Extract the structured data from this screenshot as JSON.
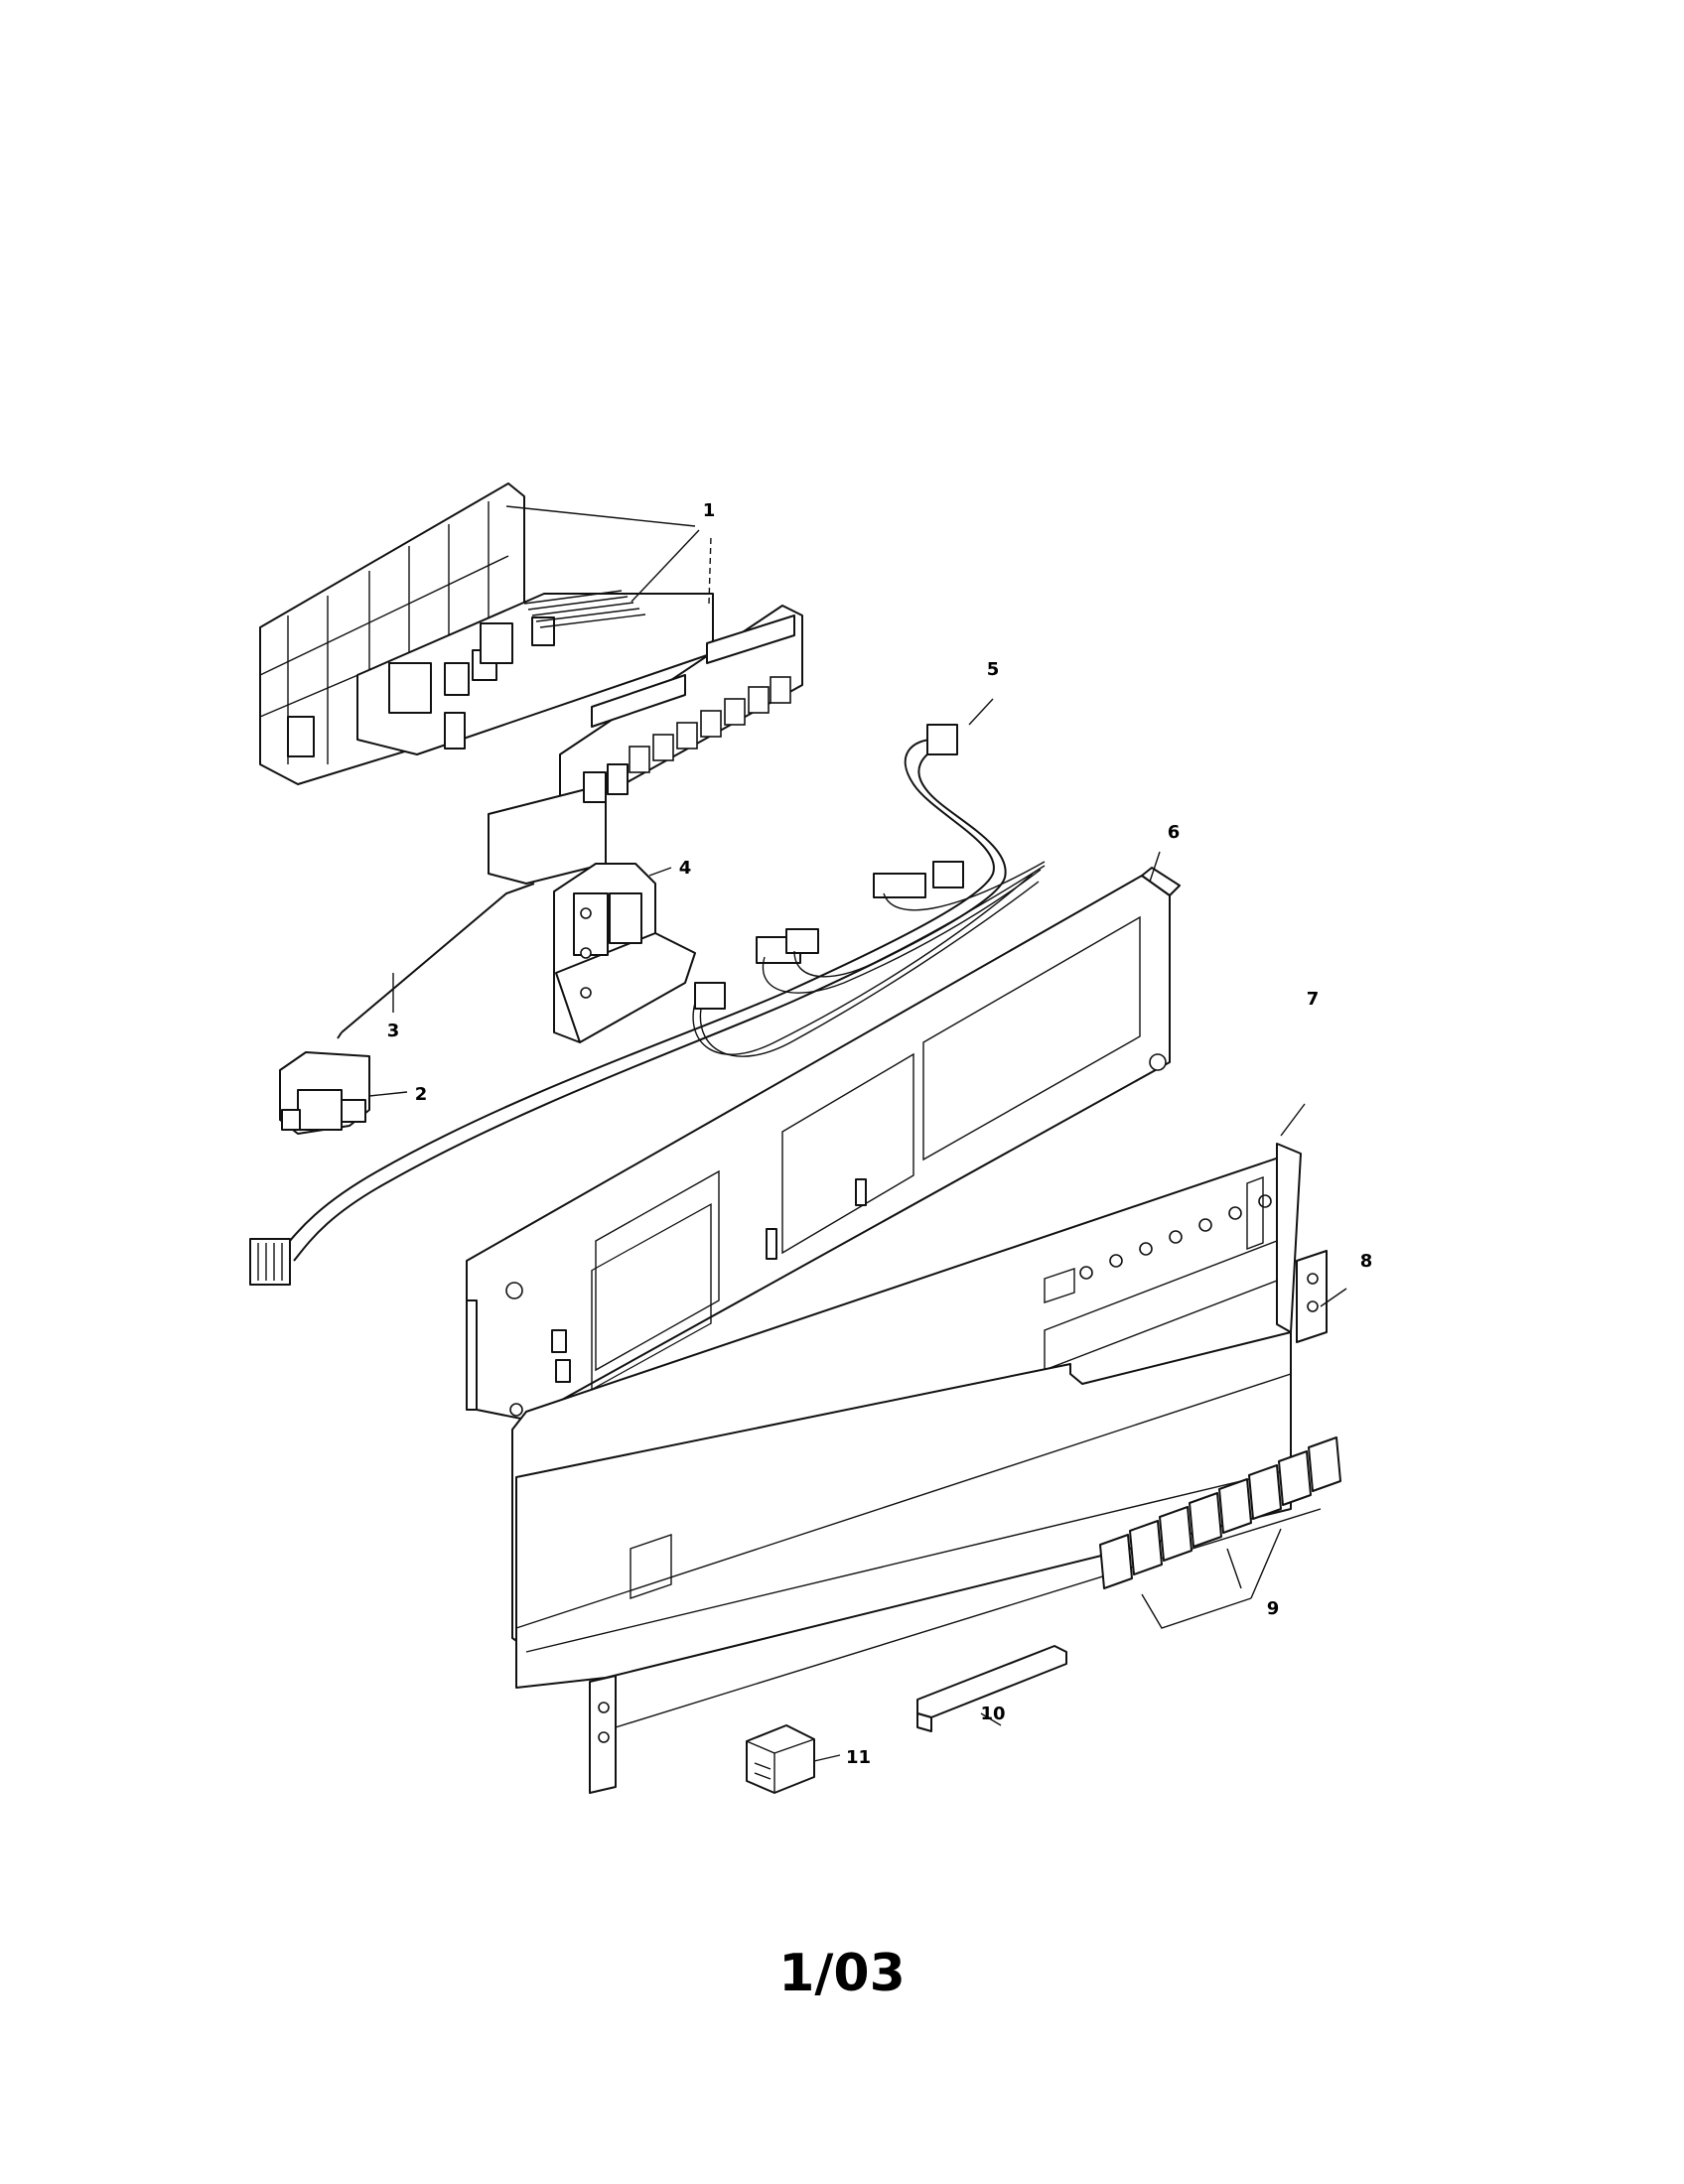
{
  "diagram": {
    "callouts": [
      "1",
      "2",
      "3",
      "4",
      "5",
      "6",
      "7",
      "8",
      "9",
      "10",
      "11"
    ]
  },
  "page_number": "1/03"
}
